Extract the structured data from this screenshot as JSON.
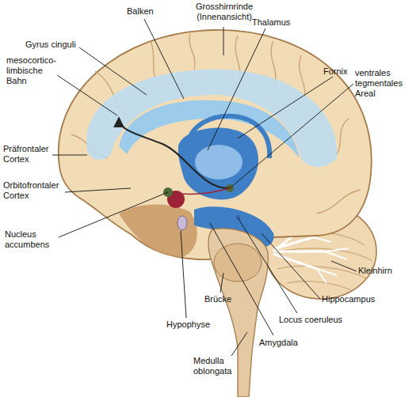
{
  "diagram": {
    "labels": [
      "Balken",
      "Grosshirnrinde (Innenansicht)",
      "Thalamus",
      "Gyrus cinguli",
      "mesocortico- limbische Bahn",
      "Fornix",
      "ventrales tegmentales Areal",
      "Präfrontaler Cortex",
      "Orbitofrontaler Cortex",
      "Nucleus accumbens",
      "Kleinhirn",
      "Hippocampus",
      "Brücke",
      "Hypophyse",
      "Locus coeruleus",
      "Amygdala",
      "Medulla oblongata"
    ]
  }
}
